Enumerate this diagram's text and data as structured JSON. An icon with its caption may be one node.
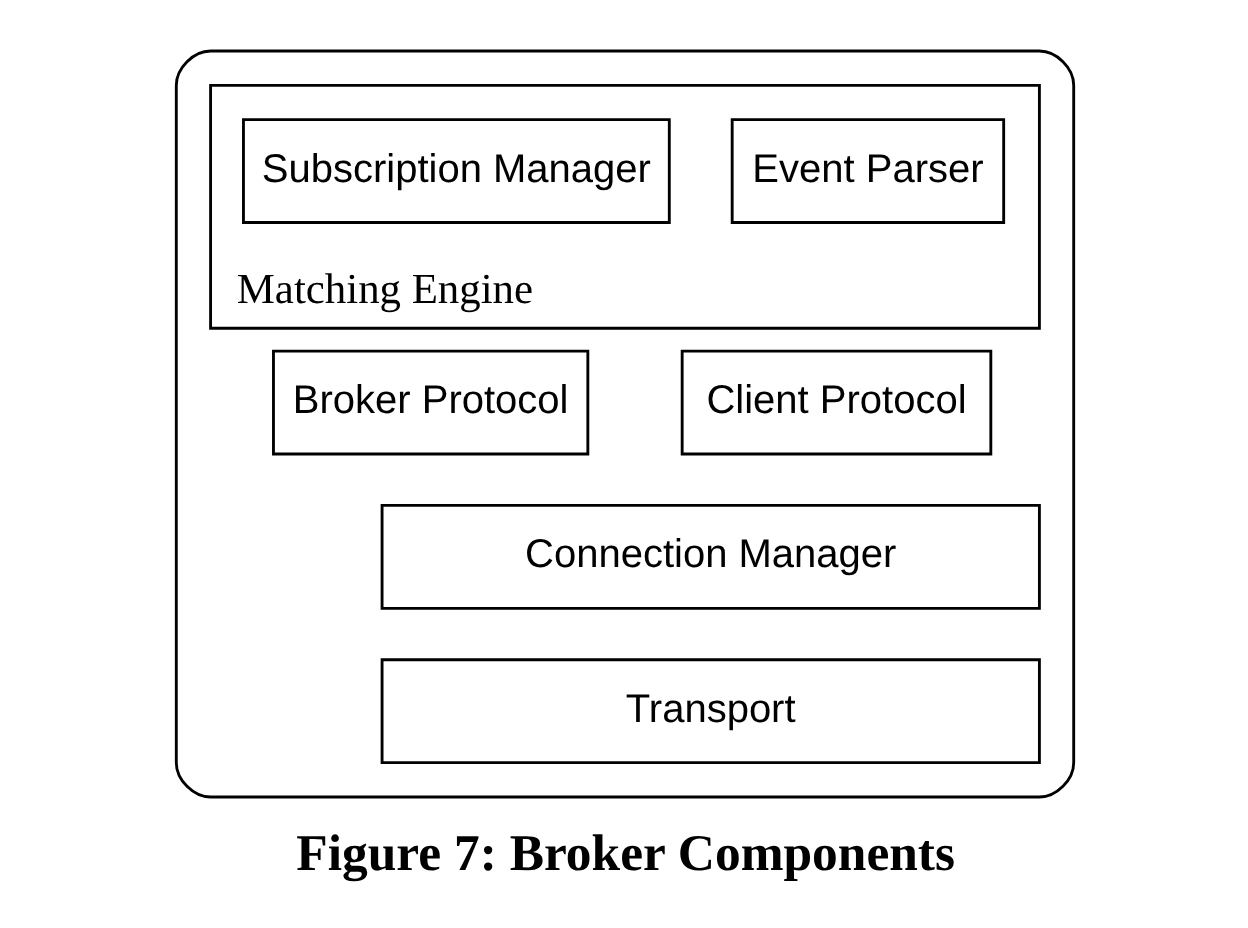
{
  "diagram": {
    "caption": "Figure 7: Broker Components",
    "nodes": [
      {
        "text": [],
        "shape": "box"
      },
      {
        "text": [
          "Matching Engine"
        ],
        "in": 0
      },
      {
        "text": [
          "Event Parser"
        ],
        "in": 1
      },
      {
        "text": [
          "Subscription Manager"
        ],
        "in": 1
      },
      {
        "text": [
          "Client Protocol"
        ],
        "in": 0
      },
      {
        "text": [
          "Broker Protocol"
        ],
        "in": 0
      },
      {
        "text": [
          "Connection Manager"
        ],
        "in": 0
      },
      {
        "text": [
          "Transport"
        ],
        "in": 0
      }
    ],
    "edges": []
  }
}
